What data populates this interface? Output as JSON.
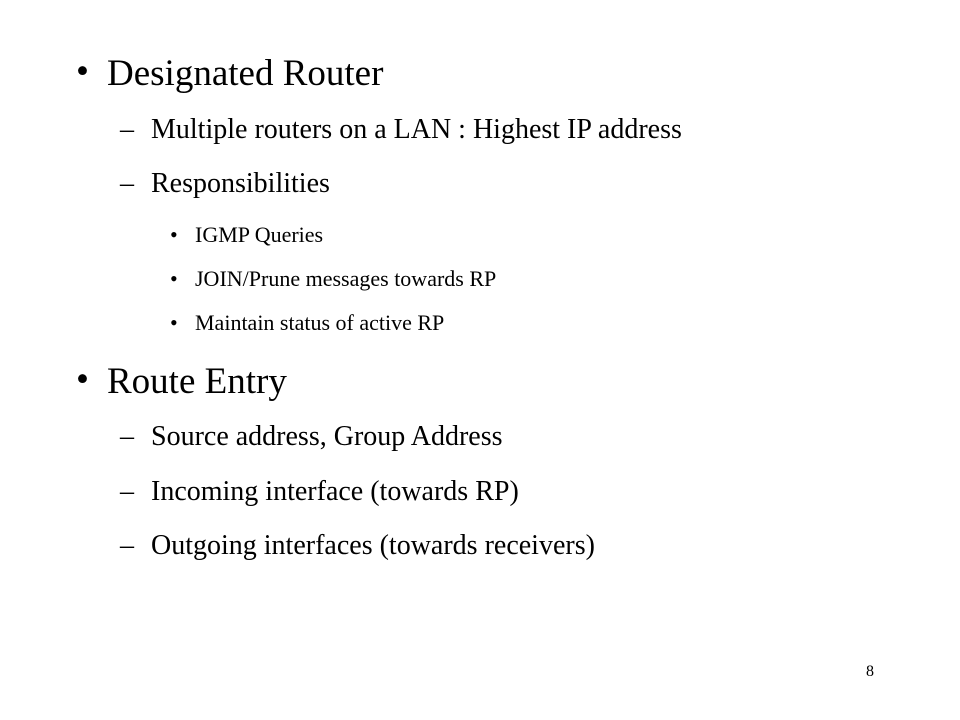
{
  "slide": {
    "sections": [
      {
        "heading": "Designated Router",
        "items": [
          {
            "text": "Multiple routers on a LAN : Highest IP address"
          },
          {
            "text": "Responsibilities",
            "subitems": [
              "IGMP Queries",
              "JOIN/Prune messages towards RP",
              "Maintain status of active RP"
            ]
          }
        ]
      },
      {
        "heading": "Route Entry",
        "items": [
          {
            "text": "Source address, Group Address"
          },
          {
            "text": "Incoming interface (towards RP)"
          },
          {
            "text": "Outgoing interfaces (towards receivers)"
          }
        ]
      }
    ],
    "markers": {
      "level1": "•",
      "level2": "–",
      "level3": "•"
    },
    "page_number": "8"
  }
}
